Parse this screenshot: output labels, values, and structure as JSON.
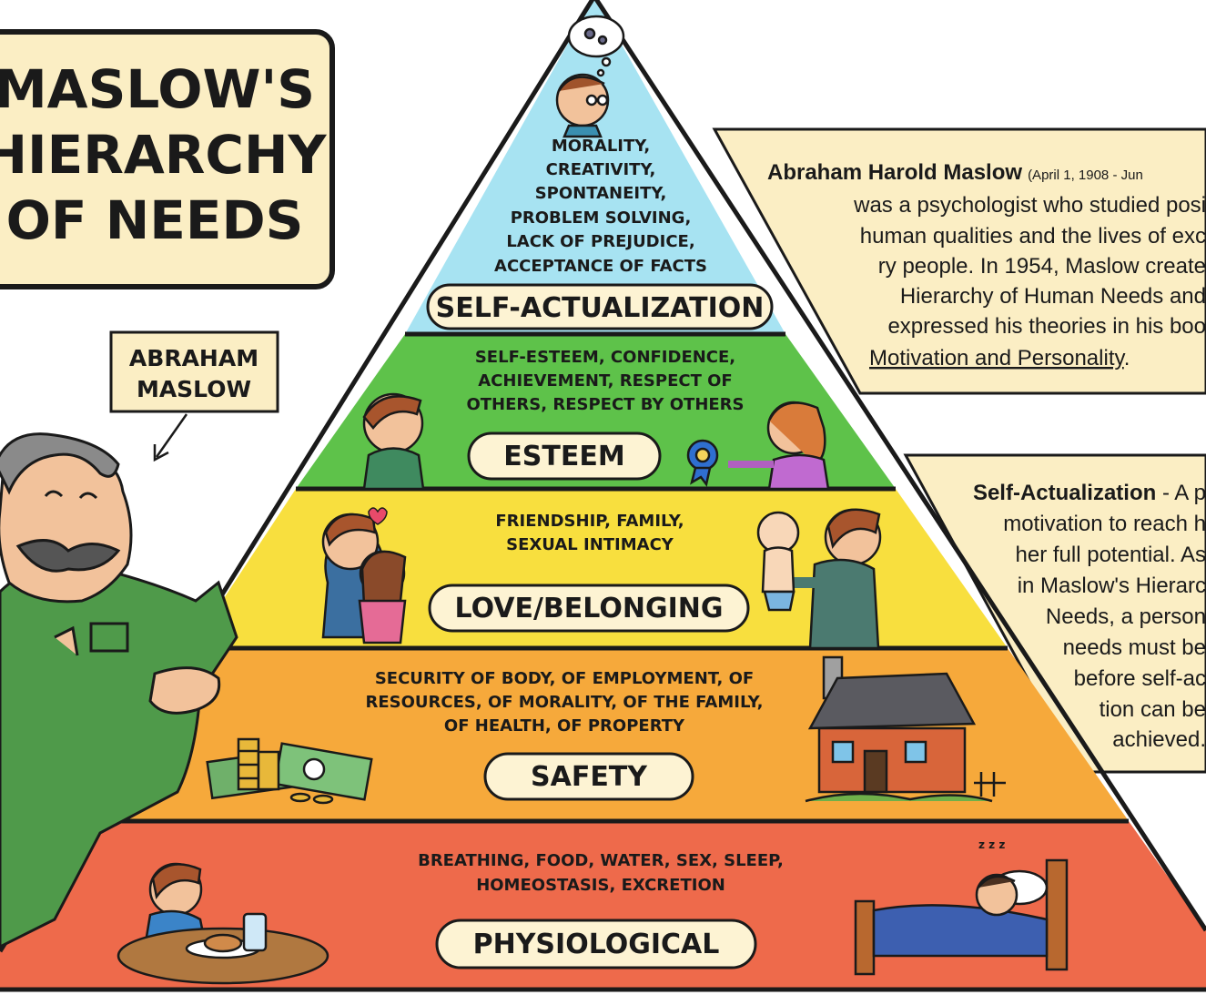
{
  "title": {
    "line1": "MASLOW'S",
    "line2": "HIERARCHY",
    "line3": "OF NEEDS"
  },
  "caption": {
    "line1": "ABRAHAM",
    "line2": "MASLOW"
  },
  "levels": [
    {
      "label": "SELF-ACTUALIZATION",
      "color": "#a7e3f2",
      "desc": [
        "MORALITY,",
        "CREATIVITY,",
        "SPONTANEITY,",
        "PROBLEM SOLVING,",
        "LACK OF PREJUDICE,",
        "ACCEPTANCE OF FACTS"
      ]
    },
    {
      "label": "ESTEEM",
      "color": "#5ec24a",
      "desc": [
        "SELF-ESTEEM, CONFIDENCE,",
        "ACHIEVEMENT, RESPECT OF",
        "OTHERS, RESPECT BY OTHERS"
      ]
    },
    {
      "label": "LOVE/BELONGING",
      "color": "#f8df3e",
      "desc": [
        "FRIENDSHIP, FAMILY,",
        "SEXUAL INTIMACY"
      ]
    },
    {
      "label": "SAFETY",
      "color": "#f6a93b",
      "desc": [
        "SECURITY OF BODY, OF EMPLOYMENT, OF",
        "RESOURCES, OF MORALITY, OF THE FAMILY,",
        "OF HEALTH, OF PROPERTY"
      ]
    },
    {
      "label": "PHYSIOLOGICAL",
      "color": "#ee6a4b",
      "desc": [
        "BREATHING, FOOD, WATER, SEX, SLEEP,",
        "HOMEOSTASIS, EXCRETION"
      ]
    }
  ],
  "bio": {
    "name": "Abraham Harold Maslow",
    "dates": "(April 1, 1908 - Jun",
    "lines": [
      "was a psychologist who studied posi",
      "human qualities and the lives of exc",
      "ry people. In 1954, Maslow create",
      "Hierarchy of Human Needs and",
      "expressed his theories in his boo"
    ],
    "book": "Motivation and Personality",
    "book_end": "."
  },
  "self_actualization_note": {
    "term": "Self-Actualization",
    "term_suffix": " - A p",
    "lines": [
      "motivation to reach h",
      "her full potential. As",
      "in Maslow's Hierarc",
      "Needs, a person",
      "needs must be",
      "before self-ac",
      "tion can be",
      "achieved."
    ]
  },
  "zzz": "z z z",
  "colors": {
    "panel": "#fbeec4",
    "outline": "#1a1a1a",
    "label_fill": "#fdf3d3"
  }
}
